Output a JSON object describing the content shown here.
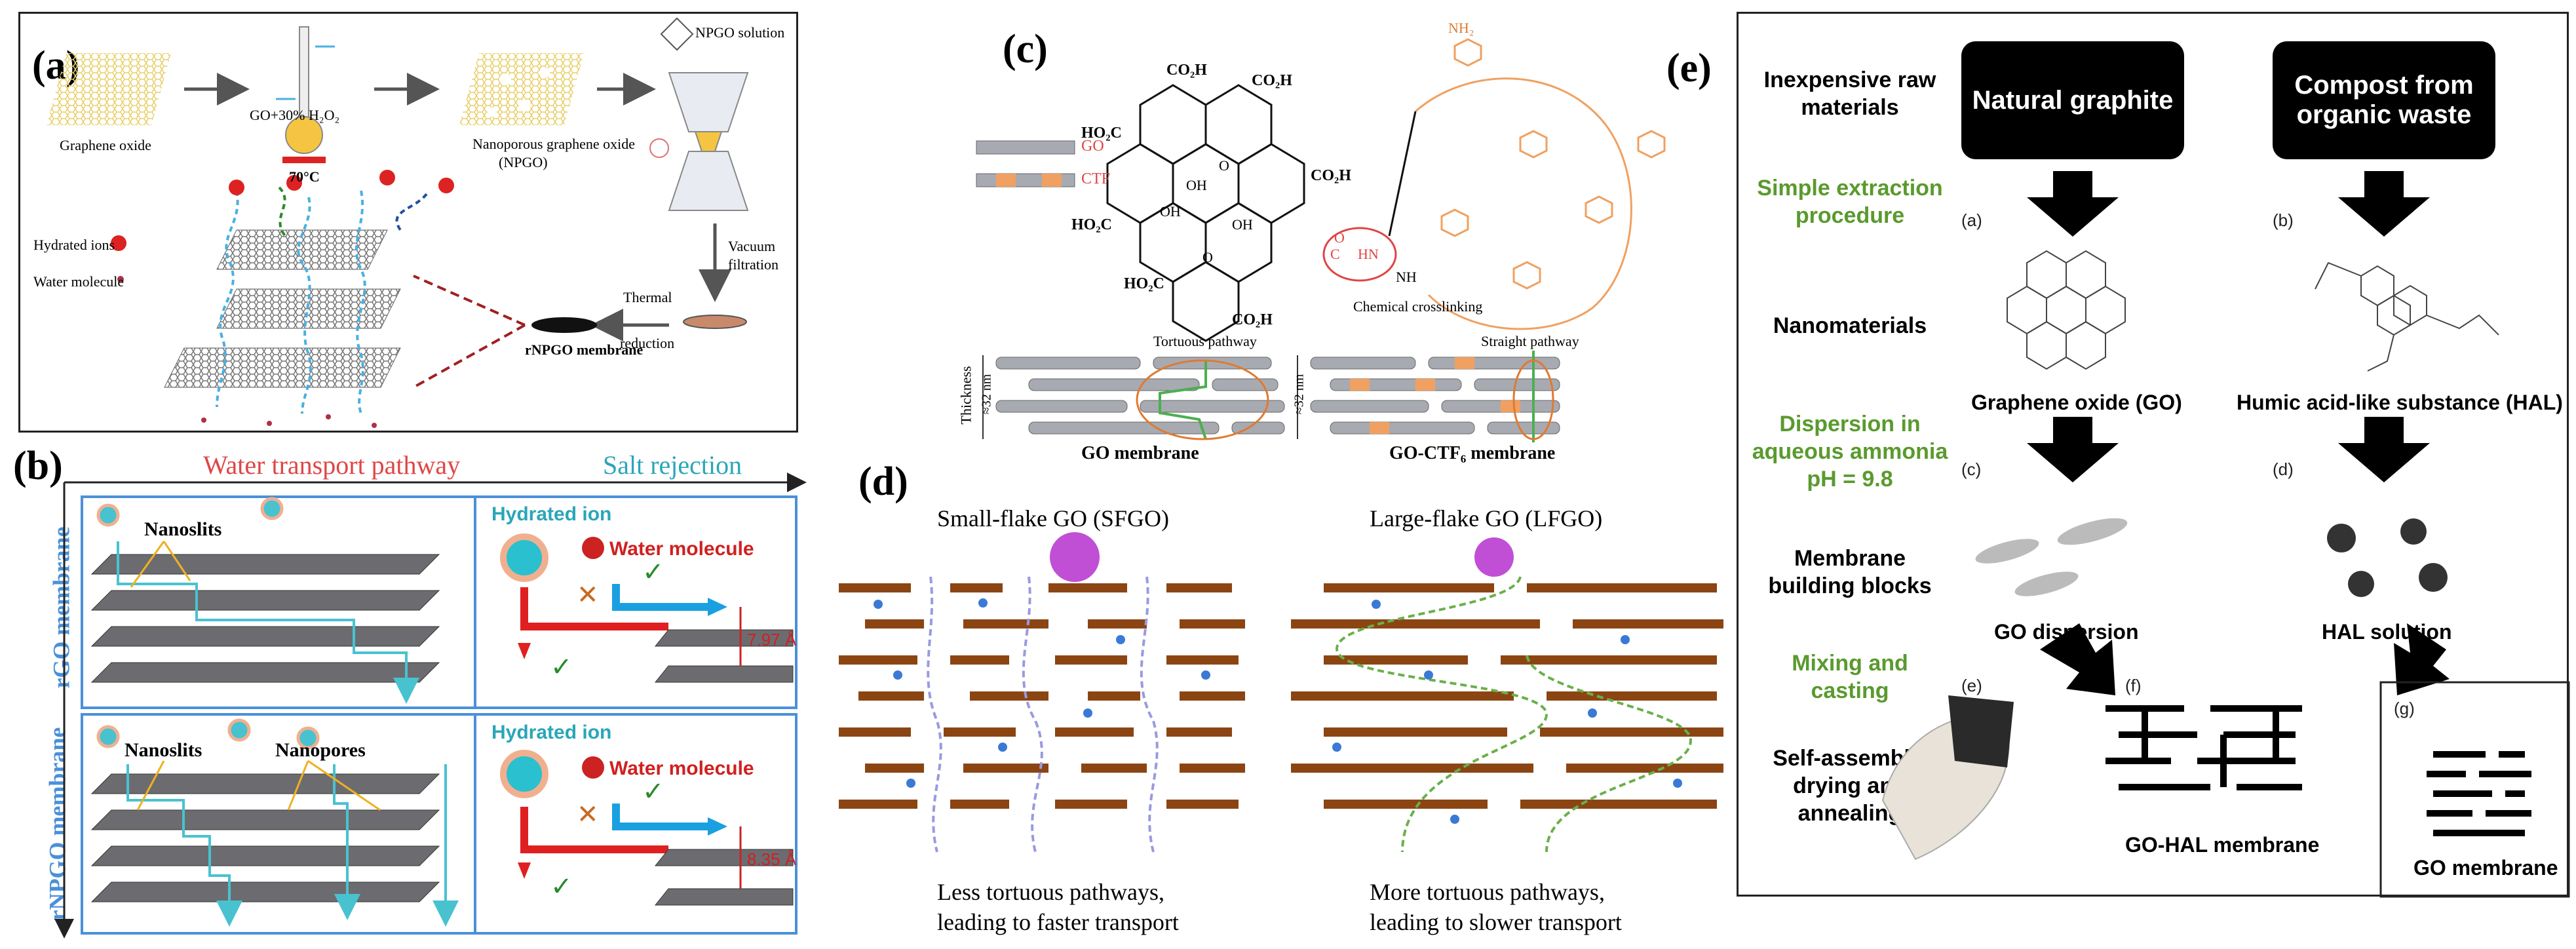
{
  "panel_a": {
    "label": "(a)",
    "graphene_oxide": "Graphene oxide",
    "reagents": "GO+30% H₂O₂",
    "temp": "70°C",
    "npgo_solution": "NPGO solution",
    "npgo_line1": "Nanoporous graphene oxide",
    "npgo_line2": "(NPGO)",
    "vacuum_line1": "Vacuum",
    "vacuum_line2": "filtration",
    "thermal_line1": "Thermal",
    "thermal_line2": "reduction",
    "rnpgo_membrane": "rNPGO membrane",
    "hydrated_ions": "Hydrated ions",
    "water_molecule": "Water molecule"
  },
  "panel_b": {
    "label": "(b)",
    "water_transport": "Water transport pathway",
    "salt_rejection": "Salt rejection",
    "rgo_membrane": "rGO membrane",
    "rnpgo_membrane": "rNPGO membrane",
    "nanoslits_top": "Nanoslits",
    "nanoslits_bottom": "Nanoslits",
    "nanopores": "Nanopores",
    "hydrated_ion_top": "Hydrated ion",
    "hydrated_ion_bottom": "Hydrated ion",
    "water_molecule_top": "Water molecule",
    "water_molecule_bottom": "Water molecule",
    "spacing_top": "7.97 Å",
    "spacing_bottom": "8.35 Å"
  },
  "panel_c": {
    "label": "(c)",
    "legend_go": "GO",
    "legend_ctf": "CTF",
    "tortuous": "Tortuous pathway",
    "straight": "Straight pathway",
    "crosslinking": "Chemical crosslinking",
    "thickness": "Thickness",
    "thick_left": "≈32 nm",
    "thick_right": "≈32 nm",
    "go_membrane": "GO membrane",
    "go_ctf_membrane": "GO-CTF₆ membrane",
    "amide_c": "C",
    "amide_hn": "HN",
    "amide_o": "O",
    "nh": "NH",
    "nh2": "NH₂",
    "co2h_1": "CO₂H",
    "co2h_2": "CO₂H",
    "co2h_3": "CO₂H",
    "ho2c_1": "HO₂C",
    "ho2c_2": "HO₂C",
    "ho2c_3": "HO₂C",
    "co2h_4": "CO₂H",
    "oh_1": "OH",
    "oh_2": "OH",
    "oh_3": "OH",
    "o_1": "O",
    "o_2": "O"
  },
  "panel_d": {
    "label": "(d)",
    "sfgo_title": "Small-flake  GO (SFGO)",
    "lfgo_title": "Large-flake  GO (LFGO)",
    "sfgo_caption_1": "Less tortuous pathways,",
    "sfgo_caption_2": "leading to faster transport",
    "lfgo_caption_1": "More tortuous pathways,",
    "lfgo_caption_2": "leading to slower transport"
  },
  "panel_e": {
    "label": "(e)",
    "row1": "Inexpensive raw materials",
    "row2": "Simple extraction procedure",
    "row3": "Nanomaterials",
    "row4": "Dispersion in aqueous ammonia pH = 9.8",
    "row5": "Membrane building blocks",
    "row6": "Mixing and casting",
    "row7": "Self-assembly, drying and annealing",
    "natural_graphite": "Natural graphite",
    "compost": "Compost from organic waste",
    "go_name": "Graphene oxide (GO)",
    "hal_name": "Humic acid-like substance (HAL)",
    "go_dispersion": "GO dispersion",
    "hal_solution": "HAL solution",
    "go_hal_membrane": "GO-HAL membrane",
    "go_membrane": "GO membrane",
    "sub_a": "(a)",
    "sub_b": "(b)",
    "sub_c": "(c)",
    "sub_d": "(d)",
    "sub_e": "(e)",
    "sub_f": "(f)",
    "sub_g": "(g)"
  },
  "colors": {
    "teal_text": "#2aa6b8",
    "red_text": "#e04545",
    "rgo_blue": "#4a90d9",
    "green_text": "#5a9a2e",
    "flake_brown": "#8b4513",
    "ion_magenta": "#c04fd6",
    "ctf_orange": "#f0a060",
    "go_gray": "#a8aab2"
  },
  "icons": [
    "arrow-right-icon",
    "flask-icon",
    "funnel-icon",
    "check-icon",
    "cross-icon",
    "down-arrow-icon",
    "hydrated-ion-icon",
    "water-molecule-icon"
  ]
}
